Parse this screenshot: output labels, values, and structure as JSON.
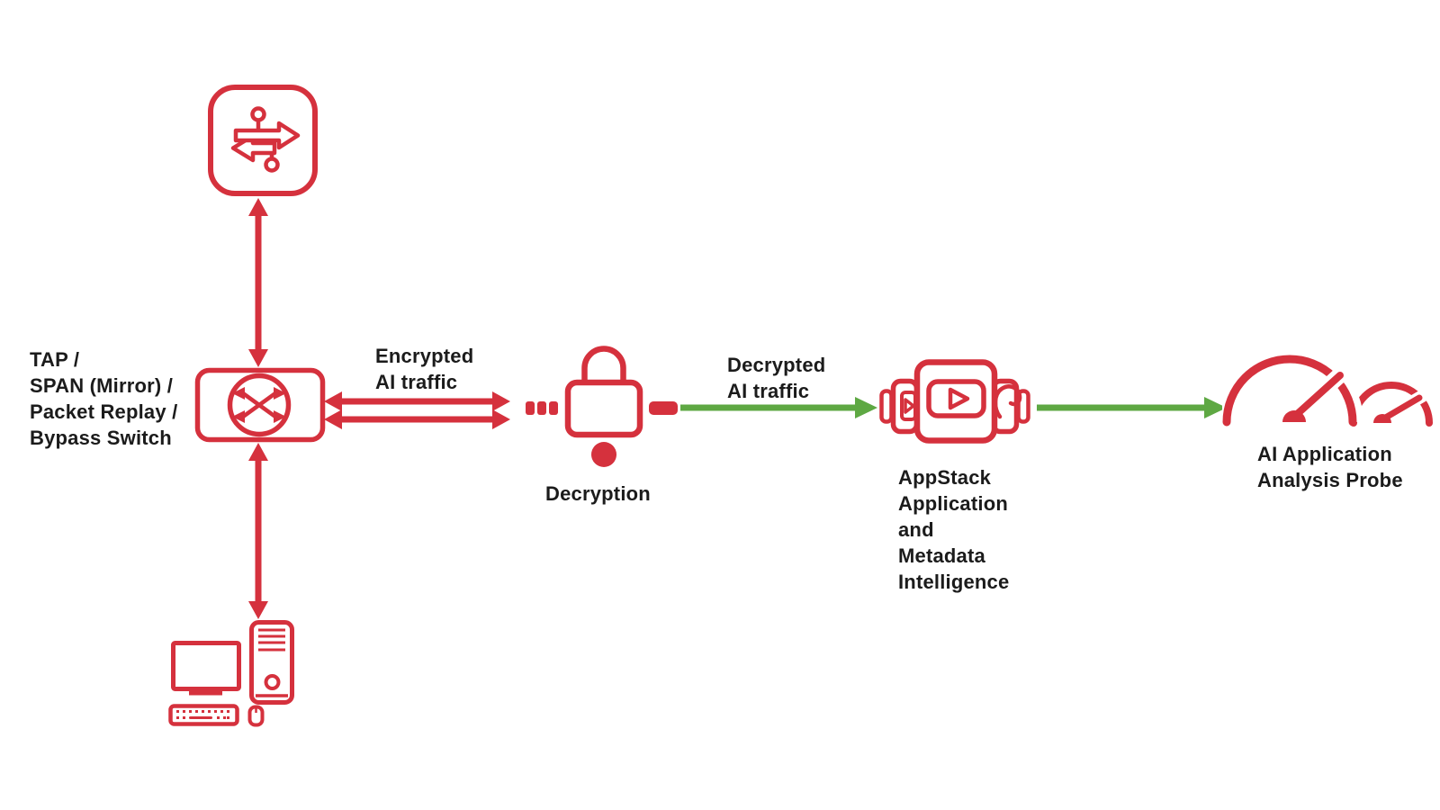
{
  "colors": {
    "red": "#D5313D",
    "green": "#5EA843",
    "text": "#1B1B1B",
    "background": "#FFFFFF"
  },
  "diagram": {
    "source_node": {
      "icon": "route-arrows-icon"
    },
    "switch_node": {
      "icon": "network-switch-icon",
      "label": "TAP /\nSPAN (Mirror) /\nPacket Replay /\nBypass Switch"
    },
    "workstation_node": {
      "icon": "desktop-computer-icon"
    },
    "decryption_node": {
      "icon": "padlock-icon",
      "label": "Decryption"
    },
    "appstack_node": {
      "icon": "app-stack-icon",
      "label": "AppStack\nApplication\nand\nMetadata\nIntelligence"
    },
    "probe_node": {
      "icon": "gauge-dials-icon",
      "label": "AI Application\nAnalysis Probe"
    },
    "flows": {
      "encrypted": {
        "label": "Encrypted\nAI traffic",
        "direction": "bidirectional",
        "color": "#D5313D"
      },
      "decrypted": {
        "label": "Decrypted\nAI traffic",
        "direction": "left-to-right",
        "color": "#5EA843"
      }
    }
  }
}
